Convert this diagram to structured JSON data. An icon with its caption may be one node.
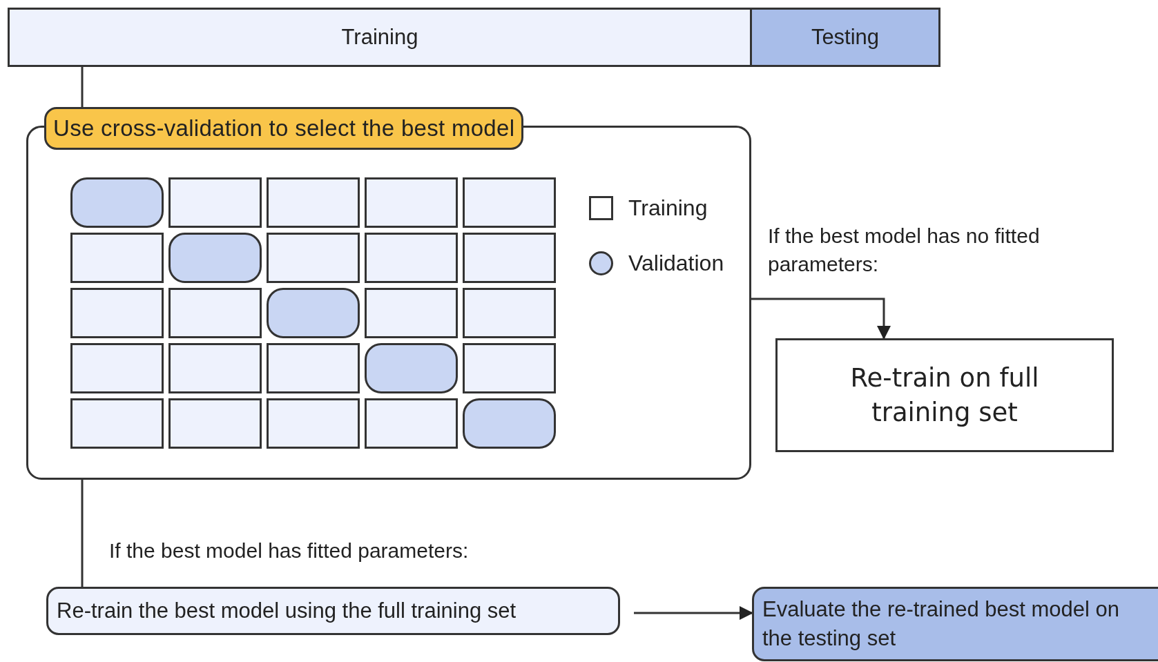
{
  "diagram": {
    "nodes": [
      {
        "text": [
          "Training"
        ]
      },
      {
        "text": [
          "Testing"
        ]
      },
      {
        "text": [
          "Use cross-validation to select the best model"
        ]
      },
      {
        "text": [],
        "shape": "capsule",
        "in": 2
      },
      {
        "text": [],
        "shape": "box",
        "in": 2
      },
      {
        "text": [],
        "shape": "box",
        "in": 2
      },
      {
        "text": [],
        "shape": "box",
        "in": 2
      },
      {
        "text": [],
        "shape": "box",
        "in": 2
      },
      {
        "text": [],
        "shape": "box",
        "in": 2
      },
      {
        "text": [],
        "shape": "capsule",
        "in": 2
      },
      {
        "text": [],
        "shape": "box",
        "in": 2
      },
      {
        "text": [],
        "shape": "box",
        "in": 2
      },
      {
        "text": [],
        "shape": "box",
        "in": 2
      },
      {
        "text": [],
        "shape": "box",
        "in": 2
      },
      {
        "text": [],
        "shape": "box",
        "in": 2
      },
      {
        "text": [],
        "shape": "capsule",
        "in": 2
      },
      {
        "text": [],
        "shape": "box",
        "in": 2
      },
      {
        "text": [],
        "shape": "box",
        "in": 2
      },
      {
        "text": [],
        "shape": "box",
        "in": 2
      },
      {
        "text": [],
        "shape": "box",
        "in": 2
      },
      {
        "text": [],
        "shape": "box",
        "in": 2
      },
      {
        "text": [],
        "shape": "capsule",
        "in": 2
      },
      {
        "text": [],
        "shape": "box",
        "in": 2
      },
      {
        "text": [],
        "shape": "box",
        "in": 2
      },
      {
        "text": [],
        "shape": "box",
        "in": 2
      },
      {
        "text": [],
        "shape": "box",
        "in": 2
      },
      {
        "text": [],
        "shape": "box",
        "in": 2
      },
      {
        "text": [],
        "shape": "capsule",
        "in": 2
      },
      {
        "text": [
          "Re-train on full training set"
        ]
      },
      {
        "text": [
          "Re-train the best model using the full training set"
        ]
      },
      {
        "text": [
          "Evaluate the re-trained best model on the testing set"
        ]
      }
    ],
    "edges": [
      {
        "from": 0,
        "to": 2,
        "arrow": "none"
      },
      {
        "from": 2,
        "to": 28,
        "arrow": "to",
        "label": "If the best model has no fitted parameters:"
      },
      {
        "from": 2,
        "to": 29,
        "arrow": "none",
        "label": "If the best model has fitted parameters:"
      },
      {
        "from": 29,
        "to": 30,
        "arrow": "to"
      }
    ],
    "legend": [
      {
        "text": "Training"
      },
      {
        "text": "Validation"
      }
    ]
  }
}
